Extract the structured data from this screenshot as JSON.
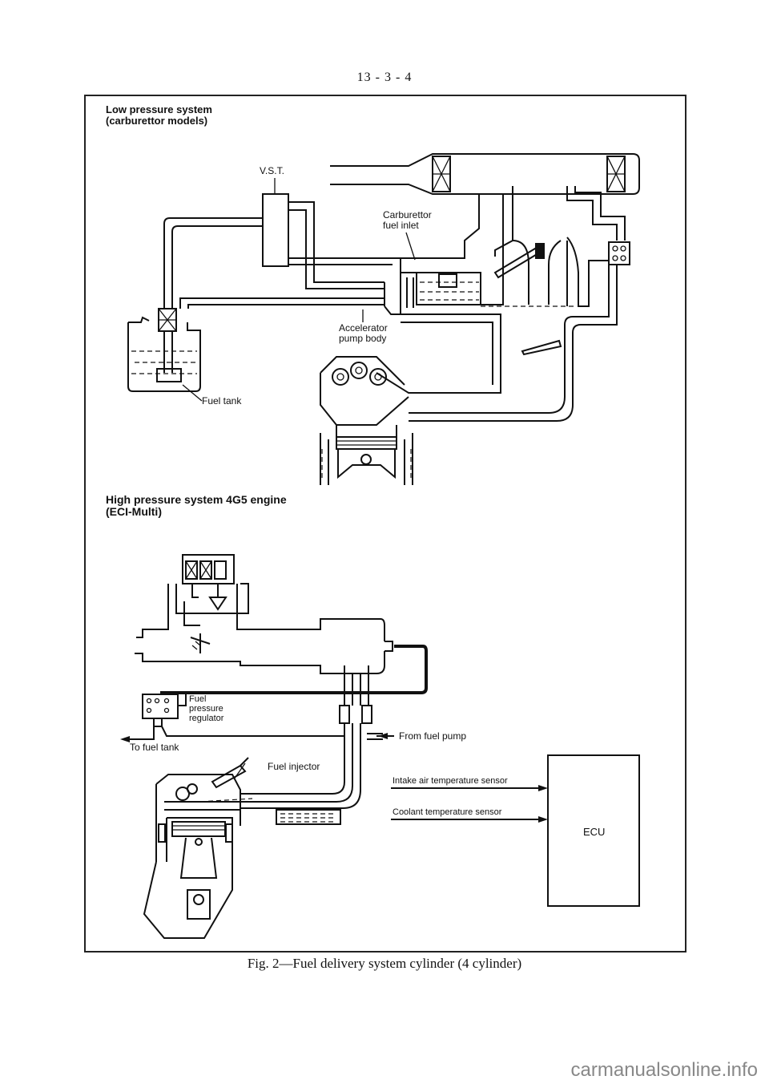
{
  "page": {
    "number": "13 - 3 - 4"
  },
  "low_pressure": {
    "title_line1": "Low pressure system",
    "title_line2": "(carburettor models)",
    "labels": {
      "vst": "V.S.T.",
      "carb_line1": "Carburettor",
      "carb_line2": "fuel inlet",
      "accel_line1": "Accelerator",
      "accel_line2": "pump body",
      "fuel_tank": "Fuel tank"
    }
  },
  "high_pressure": {
    "title_line1": "High pressure system 4G5 engine",
    "title_line2": "(ECI-Multi)",
    "labels": {
      "fpr_line1": "Fuel",
      "fpr_line2": "pressure",
      "fpr_line3": "regulator",
      "to_tank": "To fuel tank",
      "from_pump": "From fuel pump",
      "injector": "Fuel injector",
      "intake_sensor": "Intake air temperature sensor",
      "coolant_sensor": "Coolant temperature sensor",
      "ecu": "ECU"
    }
  },
  "caption": "Fig. 2—Fuel delivery system cylinder (4 cylinder)",
  "watermark": "carmanualsonline.info"
}
